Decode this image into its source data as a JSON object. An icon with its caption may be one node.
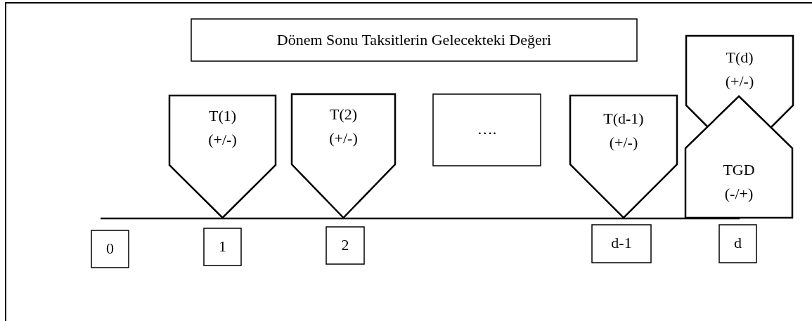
{
  "diagram": {
    "nodes": [
      {
        "text": [
          "Dönem Sonu Taksitlerin Gelecekteki Değeri"
        ]
      },
      {
        "text": [
          "T(1)",
          "(+/-)"
        ]
      },
      {
        "text": [
          "T(2)",
          "(+/-)"
        ]
      },
      {
        "text": [
          "…."
        ]
      },
      {
        "text": [
          "T(d-1)",
          "(+/-)"
        ]
      },
      {
        "text": [
          "T(d)",
          "(+/-)"
        ]
      },
      {
        "text": [
          "TGD",
          "(-/+)"
        ]
      },
      {
        "text": [
          "0"
        ]
      },
      {
        "text": [
          "1"
        ]
      },
      {
        "text": [
          "2"
        ]
      },
      {
        "text": [
          "d-1"
        ]
      },
      {
        "text": [
          "d"
        ]
      }
    ]
  }
}
